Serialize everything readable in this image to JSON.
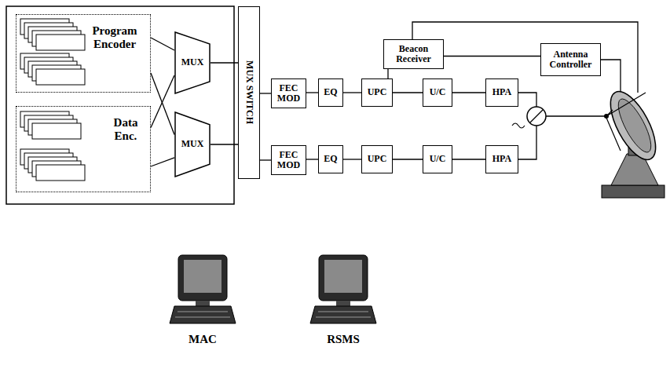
{
  "diagram": {
    "nodes": [
      {
        "text": [
          "Program Encoder"
        ]
      },
      {
        "text": [
          "Data Enc."
        ]
      },
      {
        "text": [
          "MUX"
        ]
      },
      {
        "text": [
          "MUX"
        ]
      },
      {
        "text": [
          "MUX SWITCH"
        ]
      },
      {
        "text": [
          "FEC MOD"
        ]
      },
      {
        "text": [
          "EQ"
        ]
      },
      {
        "text": [
          "UPC"
        ]
      },
      {
        "text": [
          "U/C"
        ]
      },
      {
        "text": [
          "HPA"
        ]
      },
      {
        "text": [
          "FEC MOD"
        ]
      },
      {
        "text": [
          "EQ"
        ]
      },
      {
        "text": [
          "UPC"
        ]
      },
      {
        "text": [
          "U/C"
        ]
      },
      {
        "text": [
          "HPA"
        ]
      },
      {
        "text": [
          "Beacon Receiver"
        ]
      },
      {
        "text": [
          "Antenna Controller"
        ]
      }
    ],
    "edges": [
      {
        "from": 0,
        "to": 2,
        "arrow": "none"
      },
      {
        "from": 0,
        "to": 3,
        "arrow": "none"
      },
      {
        "from": 1,
        "to": 2,
        "arrow": "none"
      },
      {
        "from": 1,
        "to": 3,
        "arrow": "none"
      },
      {
        "from": 2,
        "to": 4,
        "arrow": "none"
      },
      {
        "from": 3,
        "to": 4,
        "arrow": "none"
      },
      {
        "from": 4,
        "to": 5,
        "arrow": "none"
      },
      {
        "from": 4,
        "to": 10,
        "arrow": "none"
      },
      {
        "from": 5,
        "to": 6,
        "arrow": "none"
      },
      {
        "from": 6,
        "to": 7,
        "arrow": "none"
      },
      {
        "from": 7,
        "to": 8,
        "arrow": "none"
      },
      {
        "from": 8,
        "to": 9,
        "arrow": "none"
      },
      {
        "from": 10,
        "to": 11,
        "arrow": "none"
      },
      {
        "from": 11,
        "to": 12,
        "arrow": "none"
      },
      {
        "from": 12,
        "to": 13,
        "arrow": "none"
      },
      {
        "from": 13,
        "to": 14,
        "arrow": "none"
      },
      {
        "from": 7,
        "to": 15,
        "arrow": "none"
      },
      {
        "from": 15,
        "to": 16,
        "arrow": "none"
      }
    ],
    "labels": [
      "MAC",
      "RSMS"
    ]
  }
}
